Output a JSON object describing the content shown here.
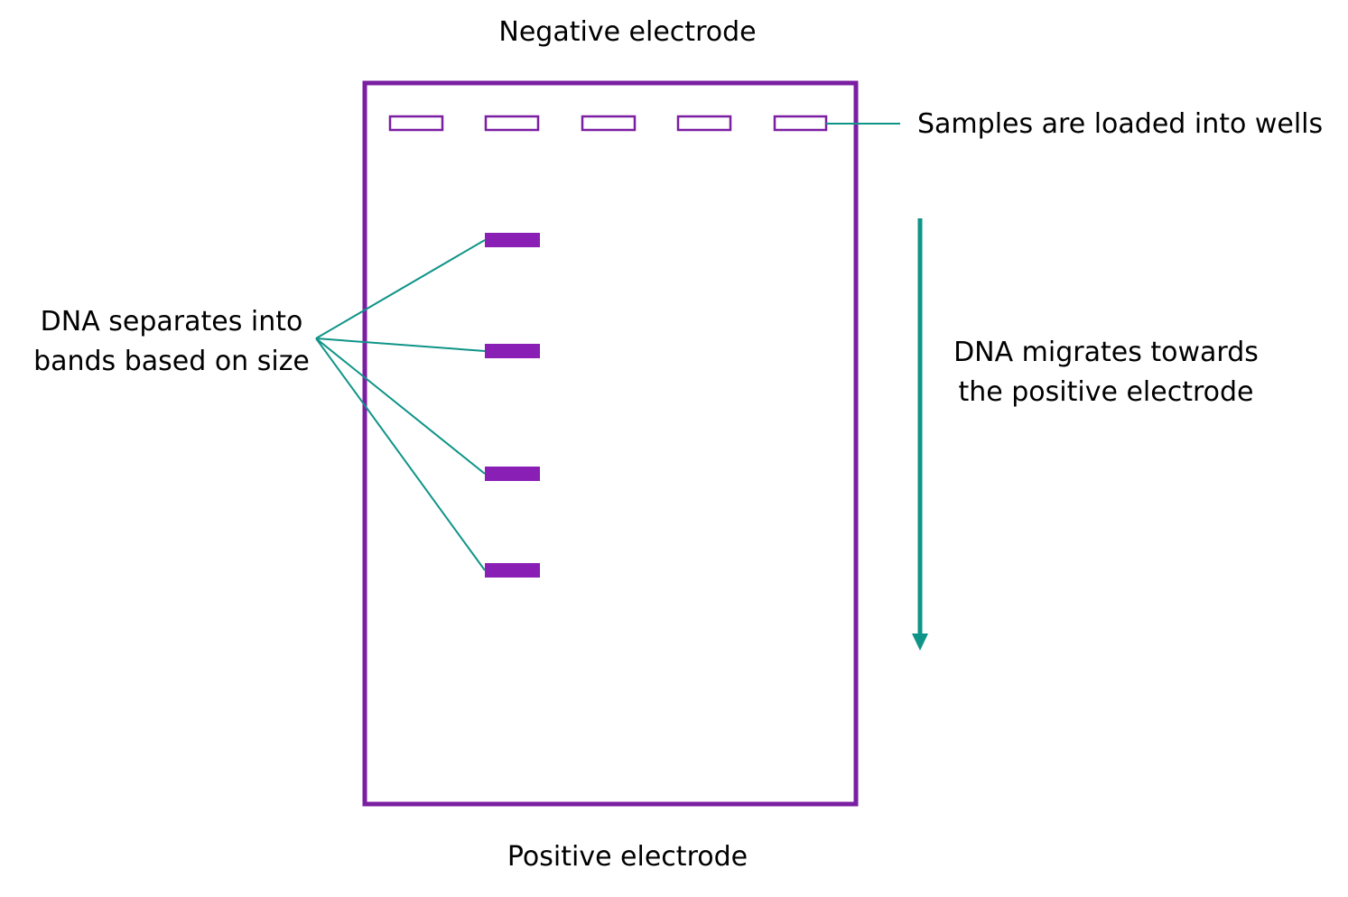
{
  "labels": {
    "negative_electrode": "Negative electrode",
    "positive_electrode": "Positive electrode",
    "wells": "Samples are loaded into wells",
    "bands": [
      "DNA separates into",
      "bands based on size"
    ],
    "migration": [
      "DNA migrates towards",
      "the positive electrode"
    ]
  },
  "gel": {
    "well_count": 5,
    "band_lane": 2,
    "band_count": 4
  },
  "colors": {
    "gel_outline": "#7b1fa2",
    "band_fill": "#8a1fb5",
    "leader_line": "#0f9488",
    "arrow": "#0f9488",
    "text": "#000000",
    "background": "#ffffff"
  }
}
